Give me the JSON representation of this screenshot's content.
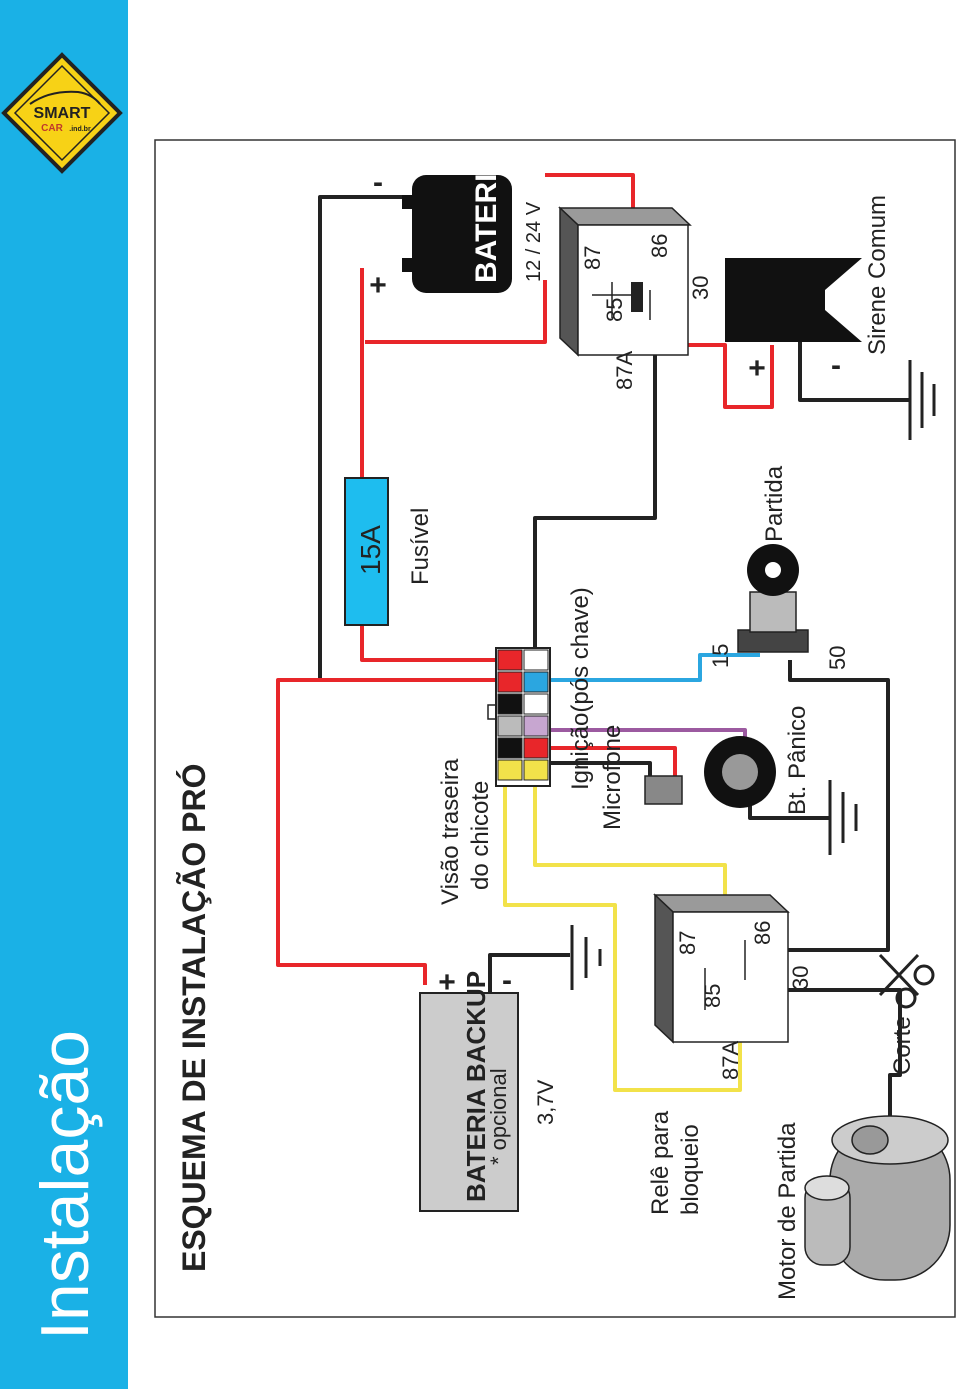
{
  "sidebar": {
    "title": "Instalação",
    "accent": "#1ab1e6"
  },
  "logo": {
    "line1": "SMART",
    "line2": "CAR",
    "line3": ".ind.br"
  },
  "diagram": {
    "title": "ESQUEMA DE INSTALAÇÃO PRÓ",
    "battery": {
      "label": "BATERIA",
      "voltage": "12 / 24 V",
      "plus": "+",
      "minus": "-"
    },
    "fuse": {
      "rating": "15A",
      "label": "Fusível"
    },
    "relay_siren": {
      "p87": "87",
      "p86": "86",
      "p85": "85",
      "p30": "30",
      "p87a": "87A"
    },
    "siren": {
      "label": "Sirene Comum",
      "plus": "+",
      "minus": "-"
    },
    "ignition_switch": {
      "label": "Partida",
      "p15": "15",
      "p50": "50"
    },
    "harness": {
      "label_line1": "Visão traseira",
      "label_line2": "do chicote"
    },
    "ignition_wire": {
      "label": "Ignição(pós chave)"
    },
    "microphone": {
      "label": "Microfone"
    },
    "panic_button": {
      "label": "Bt. Pânico"
    },
    "relay_block": {
      "p87": "87",
      "p86": "86",
      "p85": "85",
      "p30": "30",
      "p87a": "87A",
      "label_line1": "Relê para",
      "label_line2": "bloqueio"
    },
    "backup_battery": {
      "label": "BATERIA BACKUP",
      "note": "* opcional",
      "voltage": "3,7V",
      "plus": "+",
      "minus": "-"
    },
    "starter_motor": {
      "label": "Motor de Partida"
    },
    "cut": {
      "label": "Corte"
    }
  },
  "colors": {
    "wire_red": "#e8262a",
    "wire_black": "#222222",
    "wire_yellow": "#f2e24a",
    "wire_blue": "#2ba6e0",
    "wire_purple": "#9c5aa0",
    "fuse_fill": "#1ebdef",
    "logo_yellow": "#f7d216"
  }
}
